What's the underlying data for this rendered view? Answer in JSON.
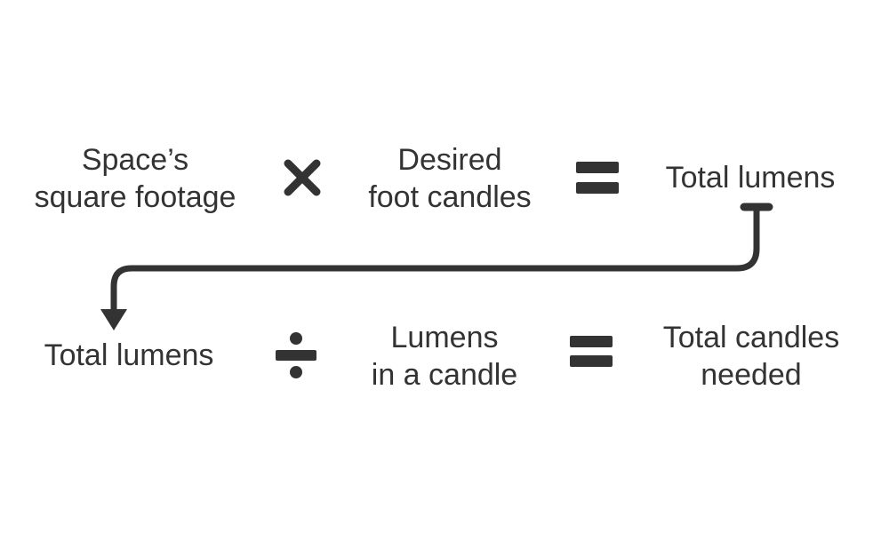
{
  "row1": {
    "term1": [
      "Space’s",
      "square footage"
    ],
    "operator1": "multiply",
    "term2": [
      "Desired",
      "foot candles"
    ],
    "operator2": "equals",
    "result": "Total lumens"
  },
  "row2": {
    "term1": "Total lumens",
    "operator1": "divide",
    "term2": [
      "Lumens",
      "in a candle"
    ],
    "operator2": "equals",
    "result": [
      "Total candles",
      "needed"
    ]
  },
  "colors": {
    "ink": "#333333",
    "background": "#ffffff"
  }
}
